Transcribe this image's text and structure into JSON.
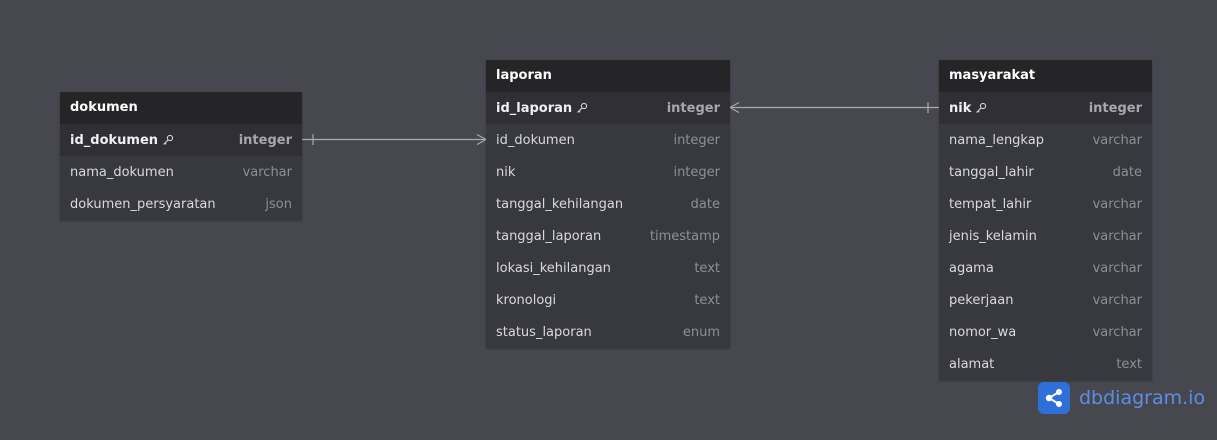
{
  "tables": {
    "dokumen": {
      "name": "dokumen",
      "fields": [
        {
          "name": "id_dokumen",
          "type": "integer",
          "pk": true
        },
        {
          "name": "nama_dokumen",
          "type": "varchar"
        },
        {
          "name": "dokumen_persyaratan",
          "type": "json"
        }
      ]
    },
    "laporan": {
      "name": "laporan",
      "fields": [
        {
          "name": "id_laporan",
          "type": "integer",
          "pk": true
        },
        {
          "name": "id_dokumen",
          "type": "integer"
        },
        {
          "name": "nik",
          "type": "integer"
        },
        {
          "name": "tanggal_kehilangan",
          "type": "date"
        },
        {
          "name": "tanggal_laporan",
          "type": "timestamp"
        },
        {
          "name": "lokasi_kehilangan",
          "type": "text"
        },
        {
          "name": "kronologi",
          "type": "text"
        },
        {
          "name": "status_laporan",
          "type": "enum"
        }
      ]
    },
    "masyarakat": {
      "name": "masyarakat",
      "fields": [
        {
          "name": "nik",
          "type": "integer",
          "pk": true
        },
        {
          "name": "nama_lengkap",
          "type": "varchar"
        },
        {
          "name": "tanggal_lahir",
          "type": "date"
        },
        {
          "name": "tempat_lahir",
          "type": "varchar"
        },
        {
          "name": "jenis_kelamin",
          "type": "varchar"
        },
        {
          "name": "agama",
          "type": "varchar"
        },
        {
          "name": "pekerjaan",
          "type": "varchar"
        },
        {
          "name": "nomor_wa",
          "type": "varchar"
        },
        {
          "name": "alamat",
          "type": "text"
        }
      ]
    }
  },
  "relationships": [
    {
      "from": "dokumen.id_dokumen",
      "from_end": "one",
      "to": "laporan.id_dokumen",
      "to_end": "many"
    },
    {
      "from": "laporan.id_laporan",
      "from_end": "many",
      "to": "masyarakat.nik",
      "to_end": "one"
    }
  ],
  "brand": {
    "text": "dbdiagram.io",
    "icon": "share-icon"
  },
  "colors": {
    "background": "#474750",
    "header": "#252527",
    "body": "#38383f",
    "connector": "#a8a8b0",
    "brand": "#2f6fd8"
  }
}
